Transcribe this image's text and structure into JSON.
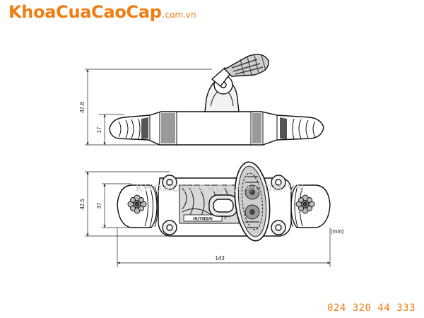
{
  "brand": {
    "name": "KhoaCuaCaoCap",
    "domain": ".com.vn",
    "color": "#f07d12"
  },
  "dimensions": {
    "side_total_height": "47.8",
    "side_base_height": "17",
    "top_total_height": "42.5",
    "top_inner_height": "37",
    "total_length": "143",
    "unit": "(mm)"
  },
  "product_label": "HUYNDAI",
  "watermark": "KHOACUACAOCAP.COM.VN",
  "phone": "024 320 44 333",
  "icons": [
    "rosette-icon",
    "gear-icon",
    "key-icon"
  ]
}
